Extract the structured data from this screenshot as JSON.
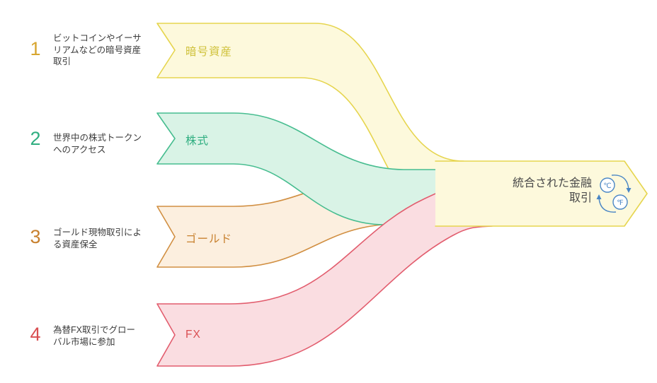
{
  "page": {
    "background": "#ffffff",
    "text_color": "#3b3b3b"
  },
  "items": [
    {
      "number": "1",
      "number_color": "#d7a52f",
      "description": "ビットコインやイーサリアムなどの暗号資産取引",
      "label": "暗号資産",
      "label_color": "#cfc13a",
      "band_fill": "#fdf9dc",
      "band_stroke": "#e6d54e"
    },
    {
      "number": "2",
      "number_color": "#2fae80",
      "description": "世界中の株式トークンへのアクセス",
      "label": "株式",
      "label_color": "#2fae80",
      "band_fill": "#d9f3e6",
      "band_stroke": "#47bd90"
    },
    {
      "number": "3",
      "number_color": "#c8812f",
      "description": "ゴールド現物取引による資産保全",
      "label": "ゴールド",
      "label_color": "#c8812f",
      "band_fill": "#fcefdf",
      "band_stroke": "#d18f42"
    },
    {
      "number": "4",
      "number_color": "#d94f52",
      "description": "為替FX取引でグローバル市場に参加",
      "label": "FX",
      "label_color": "#d94f52",
      "band_fill": "#fadde1",
      "band_stroke": "#e25d6e"
    }
  ],
  "result": {
    "title_lines": [
      "統合された金融",
      "取引"
    ],
    "title_color": "#4a4a4a",
    "arrow_fill": "#fdf9dc",
    "arrow_stroke": "#e6d54e",
    "icon": {
      "name": "unit-conversion-icon",
      "color": "#4a86c5",
      "glyph_top": "℃",
      "glyph_bottom": "℉"
    }
  }
}
